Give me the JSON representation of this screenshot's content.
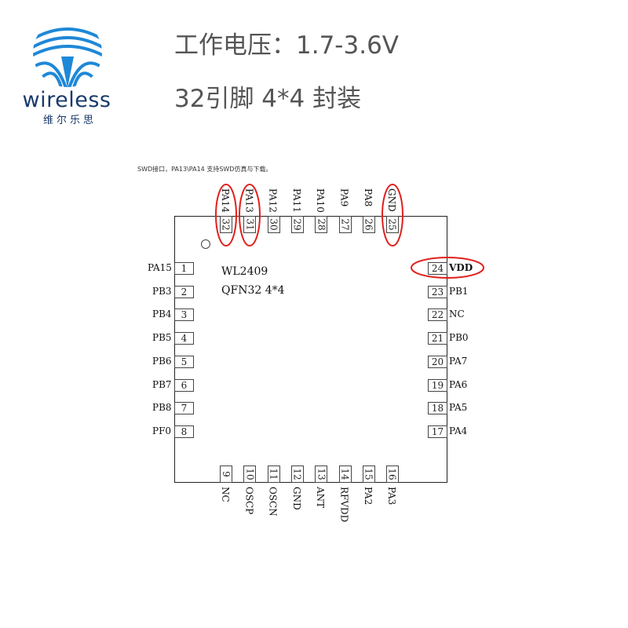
{
  "logo": {
    "word": "wireless",
    "cn": "维尔乐思"
  },
  "specs": {
    "voltage": "工作电压：1.7-3.6V",
    "package": "32引脚 4*4 封装"
  },
  "note": "SWD接口，PA13\\PA14 支持SWD仿真与下载。",
  "chip": {
    "model": "WL2409",
    "package": "QFN32  4*4"
  },
  "pins_left": [
    {
      "num": "1",
      "name": "PA15"
    },
    {
      "num": "2",
      "name": "PB3"
    },
    {
      "num": "3",
      "name": "PB4"
    },
    {
      "num": "4",
      "name": "PB5"
    },
    {
      "num": "5",
      "name": "PB6"
    },
    {
      "num": "6",
      "name": "PB7"
    },
    {
      "num": "7",
      "name": "PB8"
    },
    {
      "num": "8",
      "name": "PF0"
    }
  ],
  "pins_bottom": [
    {
      "num": "9",
      "name": "NC"
    },
    {
      "num": "10",
      "name": "OSCP"
    },
    {
      "num": "11",
      "name": "OSCN"
    },
    {
      "num": "12",
      "name": "GND"
    },
    {
      "num": "13",
      "name": "ANT"
    },
    {
      "num": "14",
      "name": "RFVDD"
    },
    {
      "num": "15",
      "name": "PA2"
    },
    {
      "num": "16",
      "name": "PA3"
    }
  ],
  "pins_right": [
    {
      "num": "24",
      "name": "VDD"
    },
    {
      "num": "23",
      "name": "PB1"
    },
    {
      "num": "22",
      "name": "NC"
    },
    {
      "num": "21",
      "name": "PB0"
    },
    {
      "num": "20",
      "name": "PA7"
    },
    {
      "num": "19",
      "name": "PA6"
    },
    {
      "num": "18",
      "name": "PA5"
    },
    {
      "num": "17",
      "name": "PA4"
    }
  ],
  "pins_top": [
    {
      "num": "32",
      "name": "PA14"
    },
    {
      "num": "31",
      "name": "PA13"
    },
    {
      "num": "30",
      "name": "PA12"
    },
    {
      "num": "29",
      "name": "PA11"
    },
    {
      "num": "28",
      "name": "PA10"
    },
    {
      "num": "27",
      "name": "PA9"
    },
    {
      "num": "26",
      "name": "PA8"
    },
    {
      "num": "25",
      "name": "GND"
    }
  ],
  "highlighted_pins": [
    "32",
    "31",
    "25",
    "24"
  ],
  "colors": {
    "highlight": "#e0201c",
    "logo_blue": "#1e88d8",
    "logo_text": "#1a3a6b"
  }
}
